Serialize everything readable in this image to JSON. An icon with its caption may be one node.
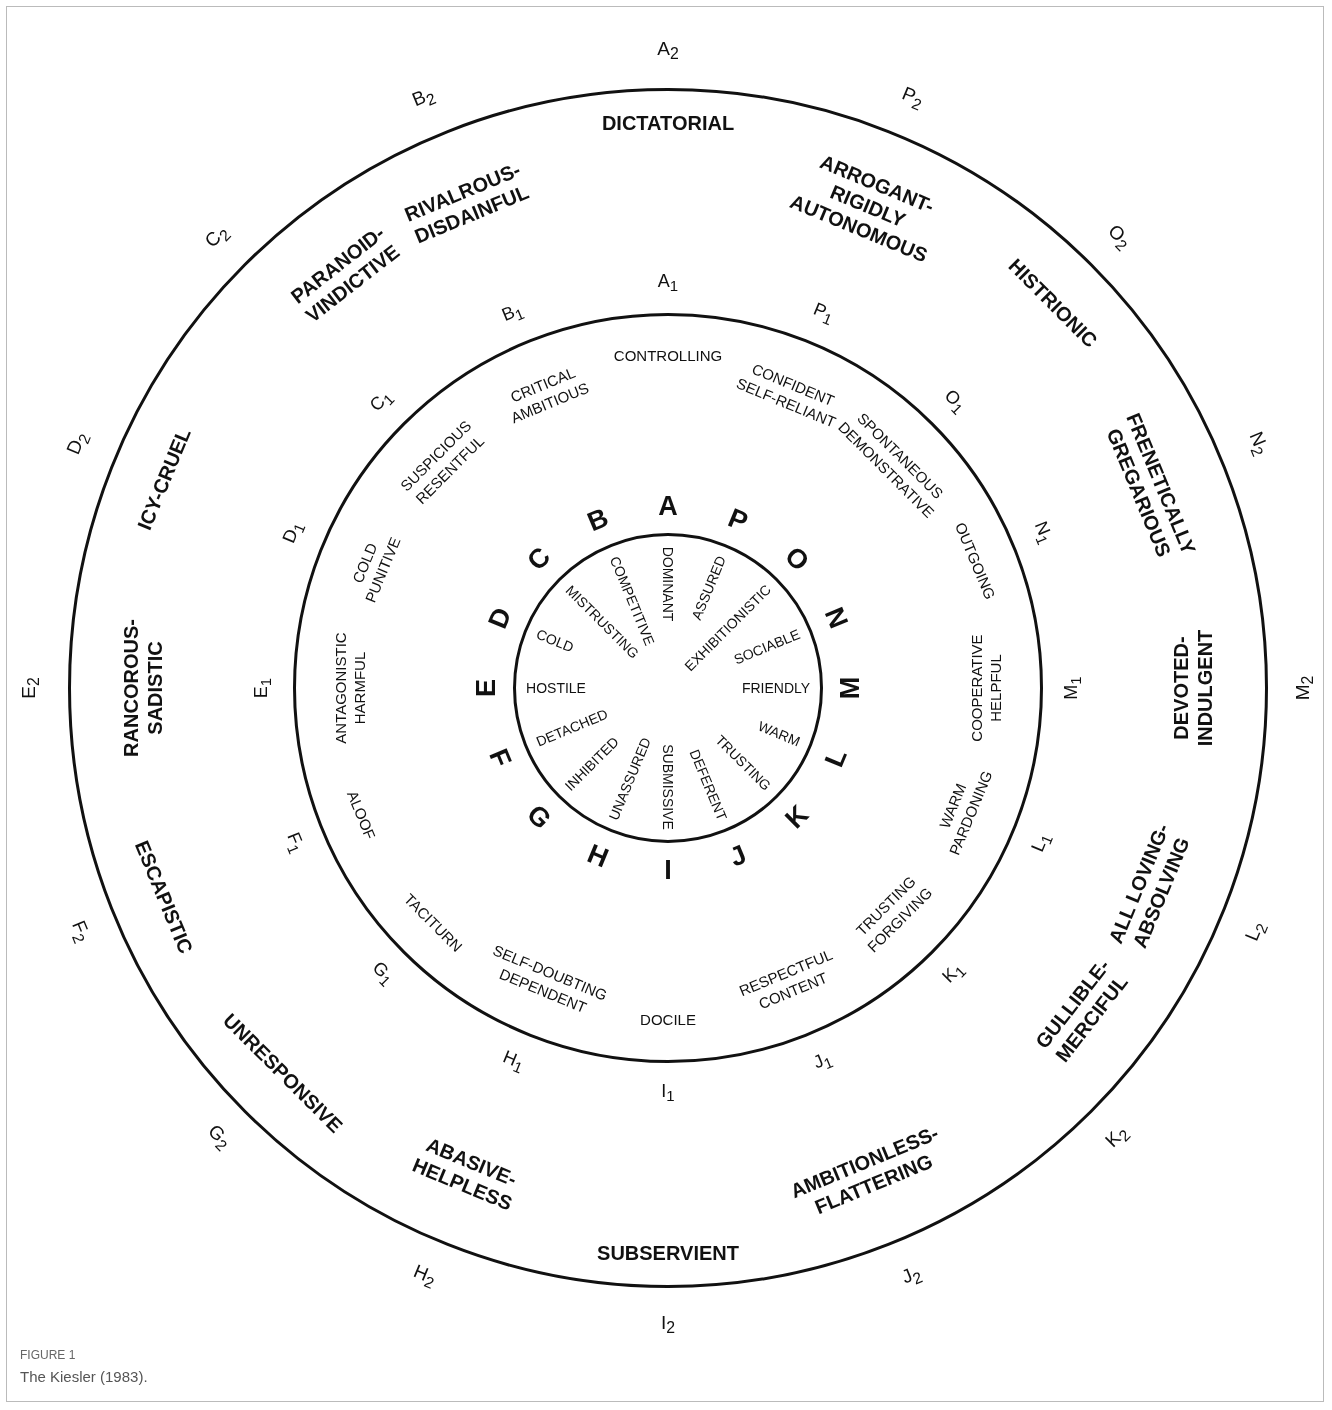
{
  "diagram": {
    "caption": "The Kiesler (1983).",
    "nodes": [
      {
        "text": [
          "DICTATORIAL",
          "ARROGANT-RIGIDLY AUTONOMOUS",
          "HISTRIONIC",
          "FRENETICALLY GREGARIOUS",
          "DEVOTED-INDULGENT",
          "ALL LOVING-ABSOLVING",
          "GULLIBLE-MERCIFUL",
          "AMBITIONLESS-FLATTERING",
          "SUBSERVIENT",
          "ABASIVE-HELPLESS",
          "UNRESPONSIVE",
          "ESCAPISTIC",
          "RANCOROUS-SADISTIC",
          "ICY-CRUEL",
          "PARANOID-VINDICTIVE",
          "RIVALROUS-DISDAINFUL"
        ],
        "beside": [
          "A$_{2}$",
          "P$_{2}$",
          "O$_{2}$",
          "N$_{2}$",
          "M$_{2}$",
          "L$_{2}$",
          "K$_{2}$",
          "J$_{2}$",
          "I$_{2}$",
          "H$_{2}$",
          "G$_{2}$",
          "F$_{2}$",
          "E$_{2}$",
          "D$_{2}$",
          "C$_{2}$",
          "B$_{2}$"
        ]
      },
      {
        "text": [
          "CONTROLLING",
          "CONFIDENT",
          "SELF-RELIANT",
          "SPONTANEOUS",
          "DEMONSTRATIVE",
          "OUTGOING",
          "COOPERATIVE",
          "HELPFUL",
          "WARM",
          "PARDONING",
          "TRUSTING",
          "FORGIVING",
          "RESPECTFUL",
          "CONTENT",
          "DOCILE",
          "SELF-DOUBTING",
          "DEPENDENT",
          "TACITURN",
          "ALOOF",
          "ANTAGONISTIC",
          "HARMFUL",
          "COLD",
          "PUNITIVE",
          "SUSPICIOUS",
          "RESENTFUL",
          "CRITICAL",
          "AMBITIOUS"
        ],
        "beside": [
          "A$_{1}$",
          "P$_{1}$",
          "O$_{1}$",
          "N$_{1}$",
          "M$_{1}$",
          "L$_{1}$",
          "K$_{1}$",
          "J$_{1}$",
          "I$_{1}$",
          "H$_{1}$",
          "G$_{1}$",
          "F$_{1}$",
          "E$_{1}$",
          "D$_{1}$",
          "C$_{1}$",
          "B$_{1}$"
        ],
        "in": 0
      },
      {
        "text": [
          "DOMINANT",
          "ASSURED",
          "EXHIBITIONISTIC",
          "SOCIABLE",
          "FRIENDLY",
          "WARM",
          "TRUSTING",
          "DEFERENT",
          "SUBMISSIVE",
          "UNASSURED",
          "INHIBITED",
          "DETACHED",
          "HOSTILE",
          "COLD",
          "MISTRUSTING",
          "COMPETITIVE"
        ],
        "in": 1
      }
    ],
    "labels": [
      "A",
      "P",
      "O",
      "N",
      "M",
      "L",
      "K",
      "J",
      "I",
      "H",
      "G",
      "F",
      "E",
      "D",
      "C",
      "B",
      "FIGURE 1"
    ]
  }
}
